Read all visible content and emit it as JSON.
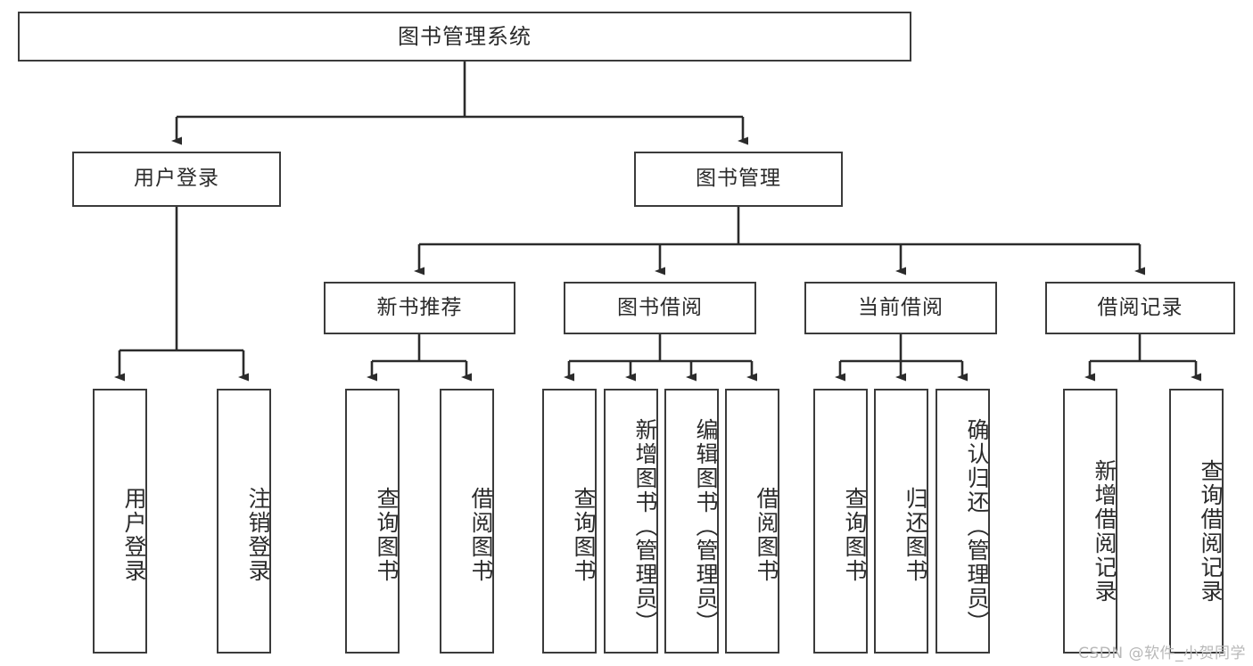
{
  "diagram": {
    "title": "图书管理系统",
    "type": "tree-hierarchy",
    "root": {
      "label": "图书管理系统"
    },
    "level2": [
      {
        "label": "用户登录"
      },
      {
        "label": "图书管理"
      }
    ],
    "level3": [
      {
        "label": "新书推荐"
      },
      {
        "label": "图书借阅"
      },
      {
        "label": "当前借阅"
      },
      {
        "label": "借阅记录"
      }
    ],
    "leaves": {
      "user_login": [
        {
          "label": "用户登录"
        },
        {
          "label": "注销登录"
        }
      ],
      "new_book_recommend": [
        {
          "label": "查询图书"
        },
        {
          "label": "借阅图书"
        }
      ],
      "book_borrow": [
        {
          "label": "查询图书"
        },
        {
          "label": "新增图书（管理员）"
        },
        {
          "label": "编辑图书（管理员）"
        },
        {
          "label": "借阅图书"
        }
      ],
      "current_borrow": [
        {
          "label": "查询图书"
        },
        {
          "label": "归还图书"
        },
        {
          "label": "确认归还（管理员）"
        }
      ],
      "borrow_record": [
        {
          "label": "新增借阅记录"
        },
        {
          "label": "查询借阅记录"
        }
      ]
    }
  },
  "watermark": {
    "text": "CSDN @软件_小贺同学"
  },
  "colors": {
    "box_border": "#3b3b3b",
    "box_fill": "#ffffff",
    "text": "#2b2b2b",
    "connector": "#2b2b2b",
    "watermark": "#b8b8b8"
  }
}
